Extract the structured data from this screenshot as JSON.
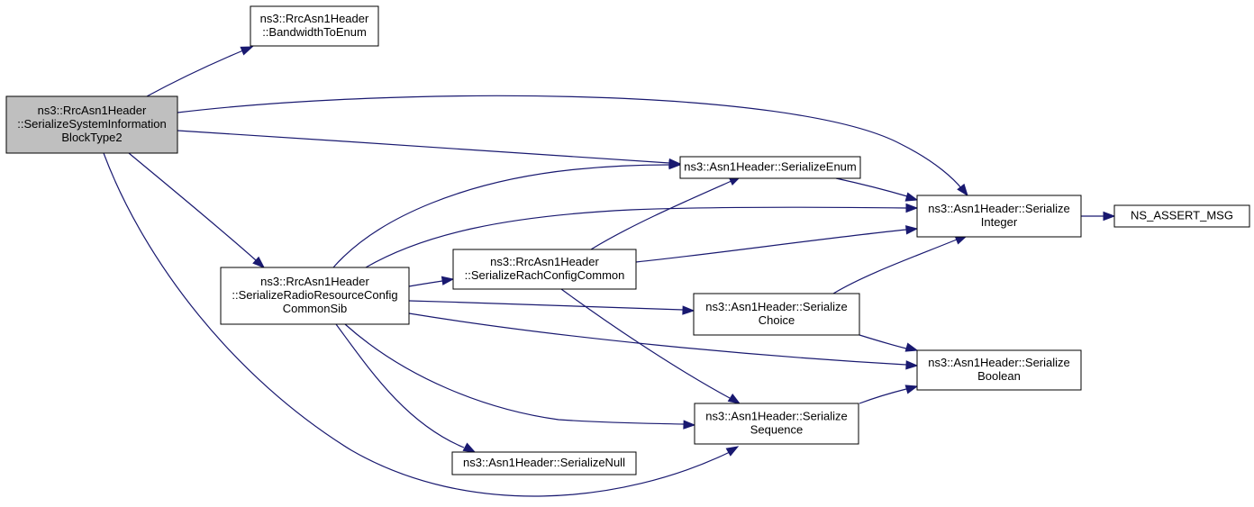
{
  "graph": {
    "edge_color": "#191970",
    "node_fill": "#ffffff",
    "root_fill": "#bfbfbf",
    "border_color": "#000000",
    "nodes": [
      {
        "id": "root",
        "lines": [
          "ns3::RrcAsn1Header",
          "::SerializeSystemInformation",
          "BlockType2"
        ],
        "root": true
      },
      {
        "id": "bw",
        "lines": [
          "ns3::RrcAsn1Header",
          "::BandwidthToEnum"
        ]
      },
      {
        "id": "rrc",
        "lines": [
          "ns3::RrcAsn1Header",
          "::SerializeRadioResourceConfig",
          "CommonSib"
        ]
      },
      {
        "id": "enum",
        "lines": [
          "ns3::Asn1Header::SerializeEnum"
        ]
      },
      {
        "id": "rach",
        "lines": [
          "ns3::RrcAsn1Header",
          "::SerializeRachConfigCommon"
        ]
      },
      {
        "id": "int",
        "lines": [
          "ns3::Asn1Header::Serialize",
          "Integer"
        ]
      },
      {
        "id": "assert",
        "lines": [
          "NS_ASSERT_MSG"
        ]
      },
      {
        "id": "choice",
        "lines": [
          "ns3::Asn1Header::Serialize",
          "Choice"
        ]
      },
      {
        "id": "bool",
        "lines": [
          "ns3::Asn1Header::Serialize",
          "Boolean"
        ]
      },
      {
        "id": "seq",
        "lines": [
          "ns3::Asn1Header::Serialize",
          "Sequence"
        ]
      },
      {
        "id": "null",
        "lines": [
          "ns3::Asn1Header::SerializeNull"
        ]
      }
    ],
    "edges": [
      {
        "from": "root",
        "to": "bw"
      },
      {
        "from": "root",
        "to": "int"
      },
      {
        "from": "root",
        "to": "enum"
      },
      {
        "from": "root",
        "to": "rrc"
      },
      {
        "from": "root",
        "to": "seq"
      },
      {
        "from": "rrc",
        "to": "enum"
      },
      {
        "from": "rrc",
        "to": "int"
      },
      {
        "from": "rrc",
        "to": "rach"
      },
      {
        "from": "rrc",
        "to": "choice"
      },
      {
        "from": "rrc",
        "to": "bool"
      },
      {
        "from": "rrc",
        "to": "seq"
      },
      {
        "from": "rrc",
        "to": "null"
      },
      {
        "from": "rach",
        "to": "enum"
      },
      {
        "from": "rach",
        "to": "int"
      },
      {
        "from": "rach",
        "to": "seq"
      },
      {
        "from": "enum",
        "to": "int"
      },
      {
        "from": "int",
        "to": "assert"
      },
      {
        "from": "choice",
        "to": "int"
      },
      {
        "from": "choice",
        "to": "bool"
      },
      {
        "from": "seq",
        "to": "bool"
      }
    ]
  }
}
